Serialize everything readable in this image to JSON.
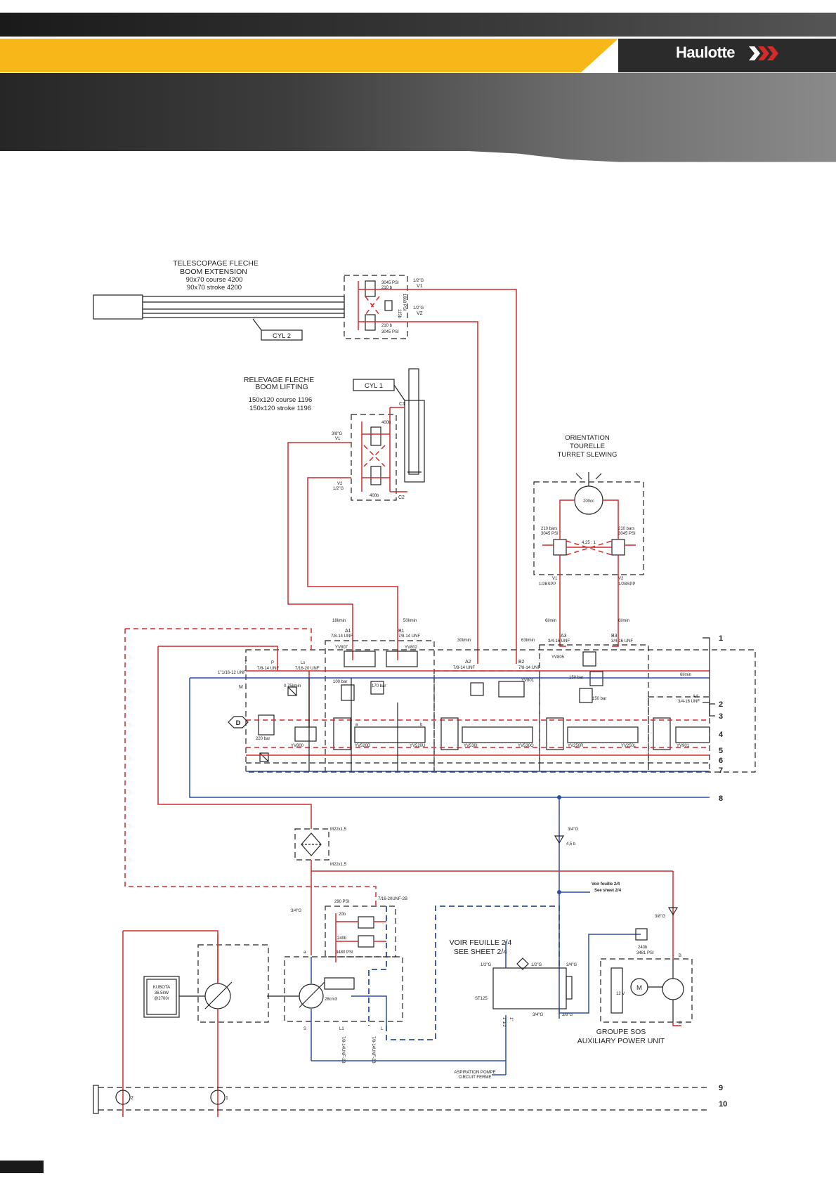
{
  "brand": {
    "name": "Haulotte"
  },
  "labels": {
    "boom_ext_fr": "TELESCOPAGE FLECHE",
    "boom_ext_en": "BOOM EXTENSION",
    "boom_ext_course": "90x70 course 4200",
    "boom_ext_stroke": "90x70 stroke 4200",
    "cyl2": "CYL 2",
    "boom_lift_fr": "RELEVAGE FLECHE",
    "boom_lift_en": "BOOM LIFTING",
    "boom_lift_course": "150x120 course 1196",
    "boom_lift_stroke": "150x120 stroke 1196",
    "cyl1": "CYL 1",
    "slew_fr1": "ORIENTATION",
    "slew_fr2": "TOURELLE",
    "slew_en": "TURRET SLEWING",
    "motor_disp": "200cc",
    "ratio": "4,25 : 1",
    "p_3045a": "3045 PSI",
    "p_210b_a": "210 b",
    "p_3045b": "3045 PSI",
    "p_210b_b": "210 b",
    "p_1668": "1668 PSI",
    "p_115b": "115b",
    "port_12g_1": "1/2\"G",
    "port_v1": "V1",
    "port_12g_2": "1/2\"G",
    "port_v2": "V2",
    "c1": "C1",
    "c2": "C2",
    "p_400b_1": "400b",
    "p_400b_2": "400b",
    "port_38g_v1": "3/8\"G",
    "v1_b": "V1",
    "v2_b": "V2",
    "port_12g_v2": "1/2\"G",
    "slew_210_l": "210 bars",
    "slew_3045_l": "3045 PSI",
    "slew_210_r": "210 bars",
    "slew_3045_r": "3045 PSI",
    "slew_v1": "V1",
    "slew_v1_port": "1/2BSPP",
    "slew_v2": "V2",
    "slew_v2_port": "1/2BSPP",
    "flow_18": "18l/min",
    "flow_50": "50l/min",
    "flow_30": "30l/min",
    "flow_63": "63l/min",
    "flow_6_a": "6l/min",
    "flow_6_b": "6l/min",
    "flow_6_c": "6l/min",
    "a1": "A1",
    "a1_unf": "7/8-14 UNF",
    "b1": "B1",
    "b1_unf": "7/8-14 UNF",
    "a2": "A2",
    "a2_unf": "7/8-14 UNF",
    "b2": "B2",
    "b2_unf": "7/8-14 UNF",
    "a3": "A3",
    "a3_unf": "3/4-16 UNF",
    "b3": "B3",
    "b3_unf": "3/4-16 UNF",
    "a4": "A4",
    "a4_unf": "3/4-16 UNF",
    "yv807": "YV807",
    "yv802": "YV802",
    "yv801": "YV801",
    "yv805": "YV805",
    "yv520d": "YV520D",
    "yv520u": "YV520U",
    "yv530i": "YV530I",
    "yv530o": "YV530O",
    "yv250r": "YV250R",
    "yv250l": "YV250L",
    "yv901": "YV901",
    "yv800": "YV800",
    "t_port": "T",
    "t_unf": "1\"1/16-12 UNF",
    "p_port": "P",
    "p_unf": "7/8-14 UNF",
    "ls_port": "Ls",
    "ls_unf": "7/16-20 UNF",
    "m_port": "M",
    "restrict": "0.75l/min",
    "p_100bar": "100 bar",
    "p_170bar": "170 bar",
    "p_150bar_a": "150 bar",
    "p_150bar_b": "150 bar",
    "p_220bar": "220 bar",
    "d_label": "D",
    "a_lbl": "a",
    "b_lbl": "b",
    "line1": "1",
    "line2": "2",
    "line3": "3",
    "line4": "4",
    "line5": "5",
    "line6": "6",
    "line7": "7",
    "line8": "8",
    "line9": "9",
    "line10": "10",
    "m22_top": "M22x1,5",
    "m22_bot": "M22x1,5",
    "port_34g_a": "3/4\"G",
    "p_45b": "4,5 b",
    "see_sheet_fr": "Voir feuille 2/4",
    "see_sheet_en": "See sheet 2/4",
    "port_34g_b": "3/4\"G",
    "p_290psi": "290 PSI",
    "unf_716": "7/16-20UNF-2B",
    "p_20b": "20b",
    "p_240b_a": "240b",
    "p_3480": "3480 PSI",
    "pump_disp": "28cm3",
    "port_a": "a",
    "port_s": "S",
    "port_l1": "L1",
    "port_l": "L",
    "port_78_a": "7/8-14UNF-2B",
    "port_78_b": "7/8-14UNF-2B",
    "voir_fr": "VOIR FEUILLE 2/4",
    "voir_en": "SEE SHEET 2/4",
    "tank_12g_l": "1/2\"G",
    "tank_12g_r": "1/2\"G",
    "tank_34g": "3/4\"G",
    "tank_34g_b": "3/4\"G",
    "tank_38g": "3/8\"G",
    "tank_112": "1\"1/2",
    "tank_1": "1\"",
    "st125": "ST125",
    "port_38g_sos": "3/8\"G",
    "p_240b_b": "240b",
    "p_3481": "3481 PSI",
    "sos_b": "B",
    "sos_a": "A",
    "sos_12v": "12 V",
    "sos_m": "M",
    "sos_fr": "GROUPE SOS",
    "sos_en": "AUXILIARY POWER UNIT",
    "engine_brand": "KUBOTA",
    "engine_power": "36.5kW",
    "engine_rpm": "@2700r",
    "aspiration_1": "ASPIRATION POMPE",
    "aspiration_2": "CIRCUIT FERME",
    "pump_2": "2",
    "pump_1": "1"
  },
  "colors": {
    "pressure": "#d42a2a",
    "return": "#2a4f9c",
    "line": "#222222",
    "accent": "#f7b718"
  }
}
